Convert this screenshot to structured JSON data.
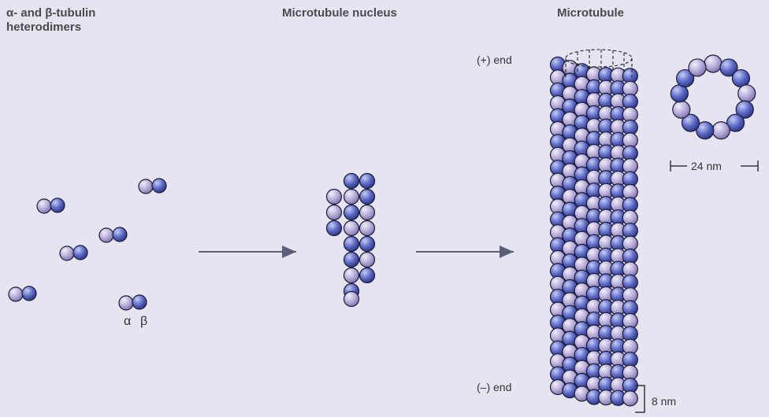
{
  "headings": {
    "dimers_line1": "α- and β-tubulin",
    "dimers_line2": "heterodimers",
    "nucleus": "Microtubule nucleus",
    "microtubule": "Microtubule"
  },
  "labels": {
    "alpha": "α",
    "beta": "β",
    "plus_end": "(+) end",
    "minus_end": "(–) end",
    "diameter": "24 nm",
    "subunit_length": "8 nm"
  },
  "colors": {
    "background": "#e7e4f1",
    "alpha_tubulin": "#b7acd8",
    "beta_tubulin": "#5a68c4",
    "outline": "#1c1c3a",
    "arrow": "#5a5f78"
  }
}
